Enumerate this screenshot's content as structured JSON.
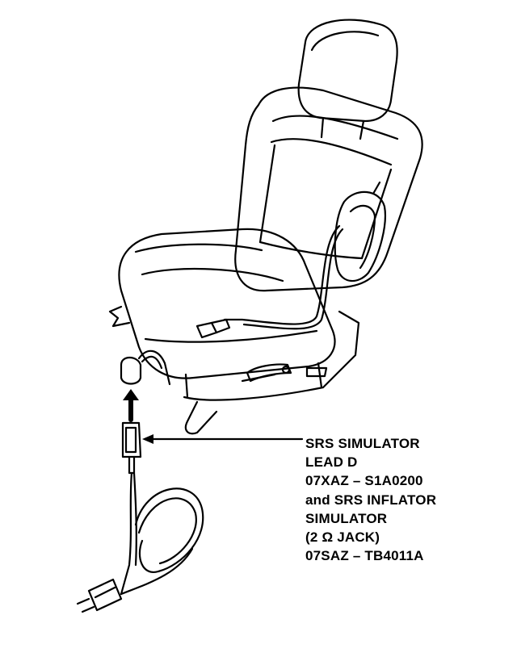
{
  "callout": {
    "lines": [
      "SRS SIMULATOR",
      "LEAD D",
      "07XAZ – S1A0200",
      "and SRS INFLATOR",
      "SIMULATOR",
      "(2 Ω JACK)",
      "07SAZ – TB4011A"
    ]
  },
  "colors": {
    "ink": "#000000",
    "paper": "#ffffff"
  },
  "icons": [
    "seat-illustration",
    "simulator-lead-illustration",
    "arrow-up-icon",
    "leader-arrow-icon"
  ]
}
